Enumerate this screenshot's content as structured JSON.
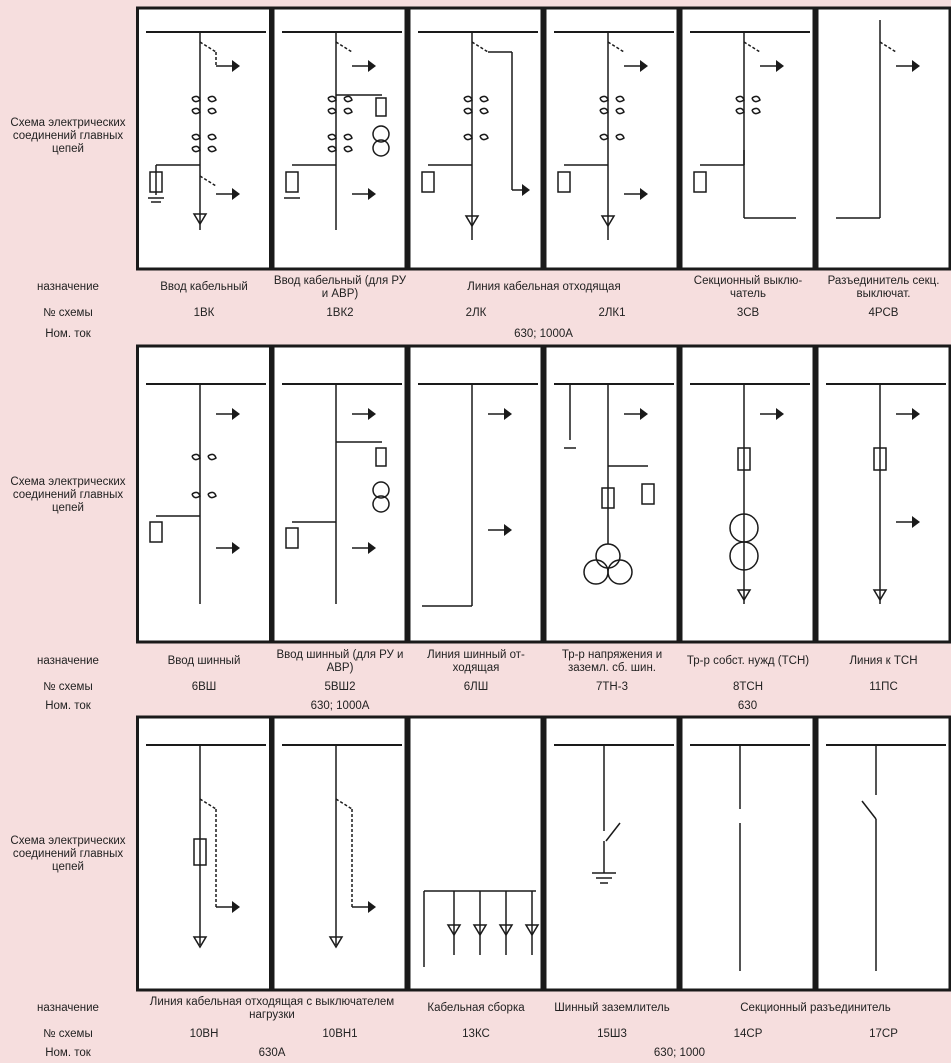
{
  "sections": [
    {
      "row_label": "Схема электрических соединений главных цепей",
      "purpose_label": "назначение",
      "scheme_label": "№ схемы",
      "current_label": "Ном. ток",
      "purpose": [
        "Ввод кабельный",
        "Ввод кабельный (для РУ и АВР)",
        "Линия кабельная  отходящая",
        "Секционный выклю-чатель",
        "Разъединитель секц. выключат."
      ],
      "schemes": [
        "1ВК",
        "1ВК2",
        "2ЛК",
        "2ЛК1",
        "3СВ",
        "4РСВ"
      ],
      "currents": [
        "630; 1000А"
      ]
    },
    {
      "row_label": "Схема электрических соединений главных цепей",
      "purpose_label": "назначение",
      "scheme_label": "№ схемы",
      "current_label": "Ном. ток",
      "purpose": [
        "Ввод шинный",
        "Ввод шинный (для РУ и АВР)",
        "Линия шинный от-ходящая",
        "Тр-р напряжения и заземл. сб. шин.",
        "Тр-р собст. нужд (ТСН)",
        "Линия к ТСН"
      ],
      "schemes": [
        "6ВШ",
        "5ВШ2",
        "6ЛШ",
        "7ТН-3",
        "8ТСН",
        "11ПС"
      ],
      "currents": [
        "630; 1000А",
        "630"
      ]
    },
    {
      "row_label": "Схема электрических соединений главных цепей",
      "purpose_label": "назначение",
      "scheme_label": "№ схемы",
      "current_label": "Ном. ток",
      "purpose": [
        "Линия кабельная отходящая с выключателем нагрузки",
        "Кабельная сборка",
        "Шинный заземлитель",
        "Секционный разъединитель"
      ],
      "schemes": [
        "10ВН",
        "10ВН1",
        "13КС",
        "15Ш3",
        "14СР",
        "17СР"
      ],
      "currents": [
        "630А",
        "630; 1000"
      ]
    }
  ]
}
